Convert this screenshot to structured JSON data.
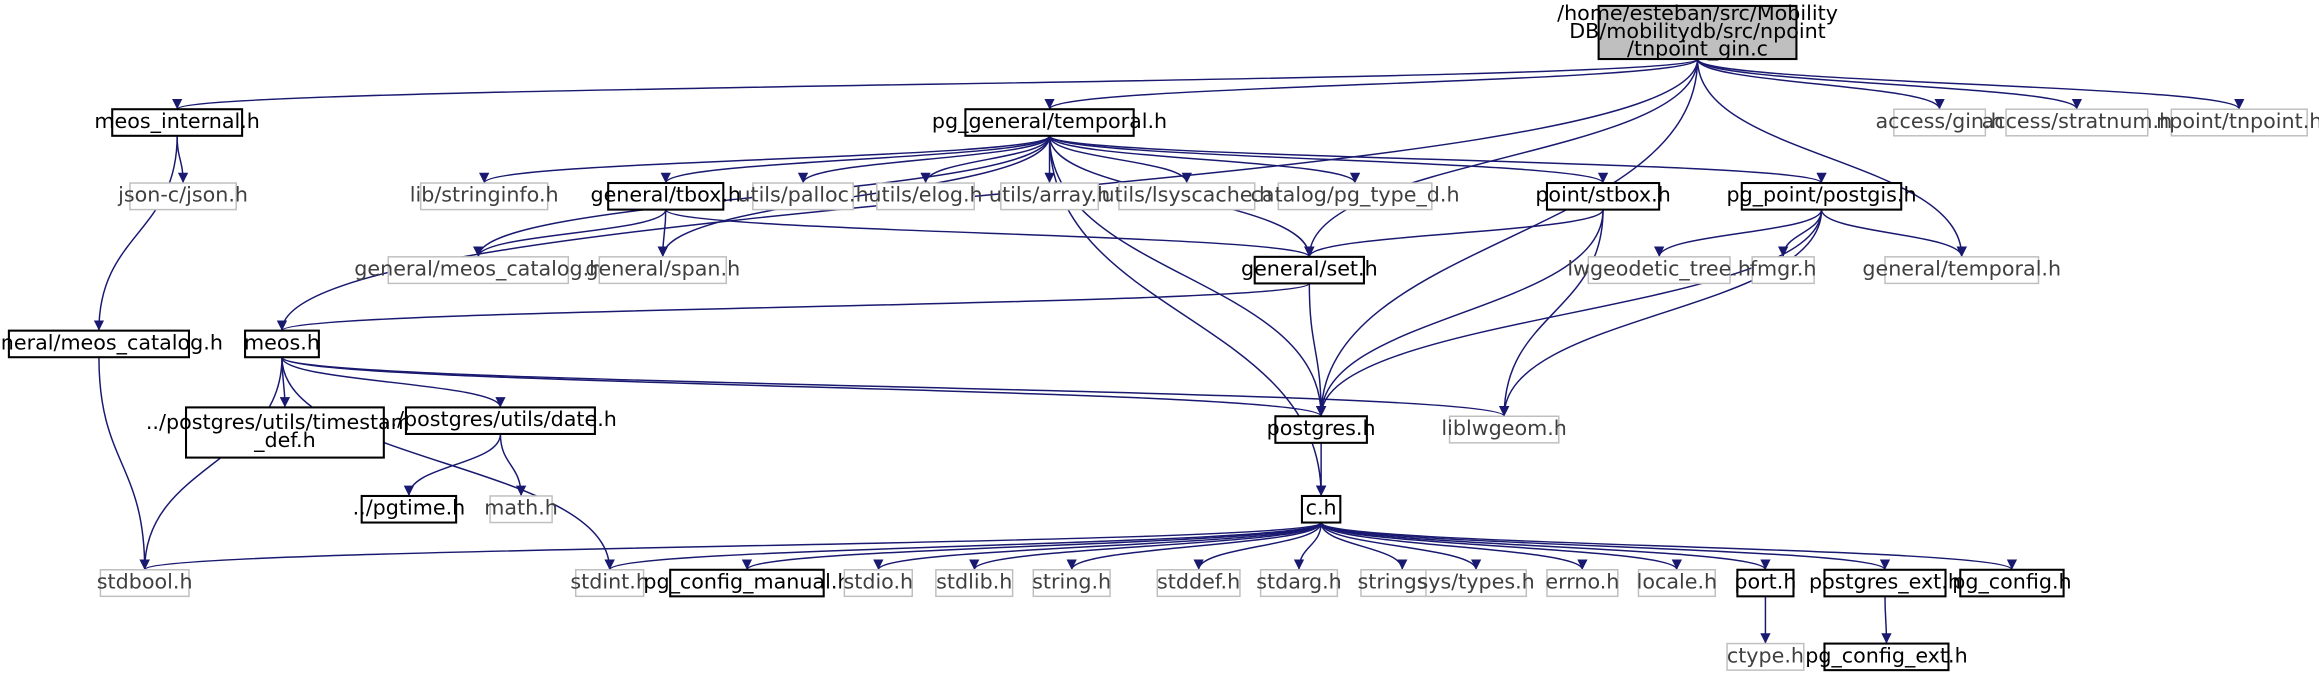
{
  "graph": {
    "colors": {
      "edge": "#191970",
      "node_border_strong": "#000000",
      "node_border_weak": "#bfbfbf",
      "node_fill_root": "#bfbfbf",
      "node_fill": "#ffffff",
      "text_strong": "#000000",
      "text_weak": "#3f3f3f"
    },
    "nodes": [
      {
        "id": "root",
        "label": "/home/esteban/src/Mobility\nDB/mobilitydb/src/npoint\n/tnpoint_gin.c",
        "style": "root"
      },
      {
        "id": "meos_internal",
        "label": "meos_internal.h",
        "style": "strong"
      },
      {
        "id": "pg_general_temporal",
        "label": "pg_general/temporal.h",
        "style": "strong"
      },
      {
        "id": "access_gin",
        "label": "access/gin.h",
        "style": "weak"
      },
      {
        "id": "access_stratnum",
        "label": "access/stratnum.h",
        "style": "weak"
      },
      {
        "id": "npoint_tnpoint",
        "label": "npoint/tnpoint.h",
        "style": "weak"
      },
      {
        "id": "json_c",
        "label": "json-c/json.h",
        "style": "weak"
      },
      {
        "id": "lib_stringinfo",
        "label": "lib/stringinfo.h",
        "style": "weak"
      },
      {
        "id": "general_tbox",
        "label": "general/tbox.h",
        "style": "strong"
      },
      {
        "id": "utils_palloc",
        "label": "utils/palloc.h",
        "style": "weak"
      },
      {
        "id": "utils_elog",
        "label": "utils/elog.h",
        "style": "weak"
      },
      {
        "id": "utils_array",
        "label": "utils/array.h",
        "style": "weak"
      },
      {
        "id": "utils_lsyscache",
        "label": "utils/lsyscache.h",
        "style": "weak"
      },
      {
        "id": "catalog_pg_type_d",
        "label": "catalog/pg_type_d.h",
        "style": "weak"
      },
      {
        "id": "point_stbox",
        "label": "point/stbox.h",
        "style": "strong"
      },
      {
        "id": "pg_point_postgis",
        "label": "pg_point/postgis.h",
        "style": "strong"
      },
      {
        "id": "general_meos_catalog_weak",
        "label": "general/meos_catalog.h",
        "style": "weak"
      },
      {
        "id": "general_span",
        "label": "general/span.h",
        "style": "weak"
      },
      {
        "id": "general_set",
        "label": "general/set.h",
        "style": "strong"
      },
      {
        "id": "lwgeodetic_tree",
        "label": "lwgeodetic_tree.h",
        "style": "weak"
      },
      {
        "id": "fmgr",
        "label": "fmgr.h",
        "style": "weak"
      },
      {
        "id": "general_temporal",
        "label": "general/temporal.h",
        "style": "weak"
      },
      {
        "id": "general_meos_catalog",
        "label": "general/meos_catalog.h",
        "style": "strong"
      },
      {
        "id": "meos",
        "label": "meos.h",
        "style": "strong"
      },
      {
        "id": "timestamp_def",
        "label": "../postgres/utils/timestamp\n_def.h",
        "style": "strong"
      },
      {
        "id": "date",
        "label": "../postgres/utils/date.h",
        "style": "strong"
      },
      {
        "id": "postgres",
        "label": "postgres.h",
        "style": "strong"
      },
      {
        "id": "liblwgeom",
        "label": "liblwgeom.h",
        "style": "weak"
      },
      {
        "id": "pgtime",
        "label": "../pgtime.h",
        "style": "strong"
      },
      {
        "id": "math",
        "label": "math.h",
        "style": "weak"
      },
      {
        "id": "c",
        "label": "c.h",
        "style": "strong"
      },
      {
        "id": "stdbool",
        "label": "stdbool.h",
        "style": "weak"
      },
      {
        "id": "stdint",
        "label": "stdint.h",
        "style": "weak"
      },
      {
        "id": "pg_config_manual",
        "label": "pg_config_manual.h",
        "style": "strong"
      },
      {
        "id": "stdio",
        "label": "stdio.h",
        "style": "weak"
      },
      {
        "id": "stdlib",
        "label": "stdlib.h",
        "style": "weak"
      },
      {
        "id": "string",
        "label": "string.h",
        "style": "weak"
      },
      {
        "id": "stddef",
        "label": "stddef.h",
        "style": "weak"
      },
      {
        "id": "stdarg",
        "label": "stdarg.h",
        "style": "weak"
      },
      {
        "id": "strings",
        "label": "strings.h",
        "style": "weak"
      },
      {
        "id": "sys_types",
        "label": "sys/types.h",
        "style": "weak"
      },
      {
        "id": "errno",
        "label": "errno.h",
        "style": "weak"
      },
      {
        "id": "locale",
        "label": "locale.h",
        "style": "weak"
      },
      {
        "id": "port",
        "label": "port.h",
        "style": "strong"
      },
      {
        "id": "postgres_ext",
        "label": "postgres_ext.h",
        "style": "strong"
      },
      {
        "id": "pg_config",
        "label": "pg_config.h",
        "style": "strong"
      },
      {
        "id": "ctype",
        "label": "ctype.h",
        "style": "weak"
      },
      {
        "id": "pg_config_ext",
        "label": "pg_config_ext.h",
        "style": "strong"
      }
    ],
    "edges": [
      {
        "from": "root",
        "to": "meos_internal"
      },
      {
        "from": "root",
        "to": "pg_general_temporal"
      },
      {
        "from": "root",
        "to": "access_gin"
      },
      {
        "from": "root",
        "to": "access_stratnum"
      },
      {
        "from": "root",
        "to": "npoint_tnpoint"
      },
      {
        "from": "root",
        "to": "meos"
      },
      {
        "from": "root",
        "to": "general_set"
      },
      {
        "from": "root",
        "to": "general_temporal"
      },
      {
        "from": "root",
        "to": "postgres"
      },
      {
        "from": "meos_internal",
        "to": "json_c"
      },
      {
        "from": "meos_internal",
        "to": "general_meos_catalog"
      },
      {
        "from": "pg_general_temporal",
        "to": "lib_stringinfo"
      },
      {
        "from": "pg_general_temporal",
        "to": "general_tbox"
      },
      {
        "from": "pg_general_temporal",
        "to": "utils_palloc"
      },
      {
        "from": "pg_general_temporal",
        "to": "utils_elog"
      },
      {
        "from": "pg_general_temporal",
        "to": "utils_array"
      },
      {
        "from": "pg_general_temporal",
        "to": "utils_lsyscache"
      },
      {
        "from": "pg_general_temporal",
        "to": "catalog_pg_type_d"
      },
      {
        "from": "pg_general_temporal",
        "to": "point_stbox"
      },
      {
        "from": "pg_general_temporal",
        "to": "pg_point_postgis"
      },
      {
        "from": "pg_general_temporal",
        "to": "general_meos_catalog_weak"
      },
      {
        "from": "pg_general_temporal",
        "to": "general_span"
      },
      {
        "from": "pg_general_temporal",
        "to": "general_set"
      },
      {
        "from": "pg_general_temporal",
        "to": "postgres"
      },
      {
        "from": "pg_general_temporal",
        "to": "c"
      },
      {
        "from": "general_tbox",
        "to": "general_meos_catalog_weak"
      },
      {
        "from": "general_tbox",
        "to": "general_span"
      },
      {
        "from": "general_tbox",
        "to": "general_set"
      },
      {
        "from": "point_stbox",
        "to": "general_set"
      },
      {
        "from": "point_stbox",
        "to": "postgres"
      },
      {
        "from": "point_stbox",
        "to": "liblwgeom"
      },
      {
        "from": "pg_point_postgis",
        "to": "lwgeodetic_tree"
      },
      {
        "from": "pg_point_postgis",
        "to": "fmgr"
      },
      {
        "from": "pg_point_postgis",
        "to": "general_temporal"
      },
      {
        "from": "pg_point_postgis",
        "to": "postgres"
      },
      {
        "from": "pg_point_postgis",
        "to": "liblwgeom"
      },
      {
        "from": "general_set",
        "to": "meos"
      },
      {
        "from": "general_set",
        "to": "postgres"
      },
      {
        "from": "general_meos_catalog",
        "to": "stdbool"
      },
      {
        "from": "meos",
        "to": "stdbool"
      },
      {
        "from": "meos",
        "to": "stdint"
      },
      {
        "from": "meos",
        "to": "timestamp_def"
      },
      {
        "from": "meos",
        "to": "date"
      },
      {
        "from": "meos",
        "to": "postgres"
      },
      {
        "from": "meos",
        "to": "liblwgeom"
      },
      {
        "from": "date",
        "to": "pgtime"
      },
      {
        "from": "date",
        "to": "math"
      },
      {
        "from": "postgres",
        "to": "c"
      },
      {
        "from": "c",
        "to": "stdbool"
      },
      {
        "from": "c",
        "to": "stdint"
      },
      {
        "from": "c",
        "to": "pg_config_manual"
      },
      {
        "from": "c",
        "to": "stdio"
      },
      {
        "from": "c",
        "to": "stdlib"
      },
      {
        "from": "c",
        "to": "string"
      },
      {
        "from": "c",
        "to": "stddef"
      },
      {
        "from": "c",
        "to": "stdarg"
      },
      {
        "from": "c",
        "to": "strings"
      },
      {
        "from": "c",
        "to": "sys_types"
      },
      {
        "from": "c",
        "to": "errno"
      },
      {
        "from": "c",
        "to": "locale"
      },
      {
        "from": "c",
        "to": "port"
      },
      {
        "from": "c",
        "to": "postgres_ext"
      },
      {
        "from": "c",
        "to": "pg_config"
      },
      {
        "from": "port",
        "to": "ctype"
      },
      {
        "from": "postgres_ext",
        "to": "pg_config_ext"
      }
    ]
  }
}
